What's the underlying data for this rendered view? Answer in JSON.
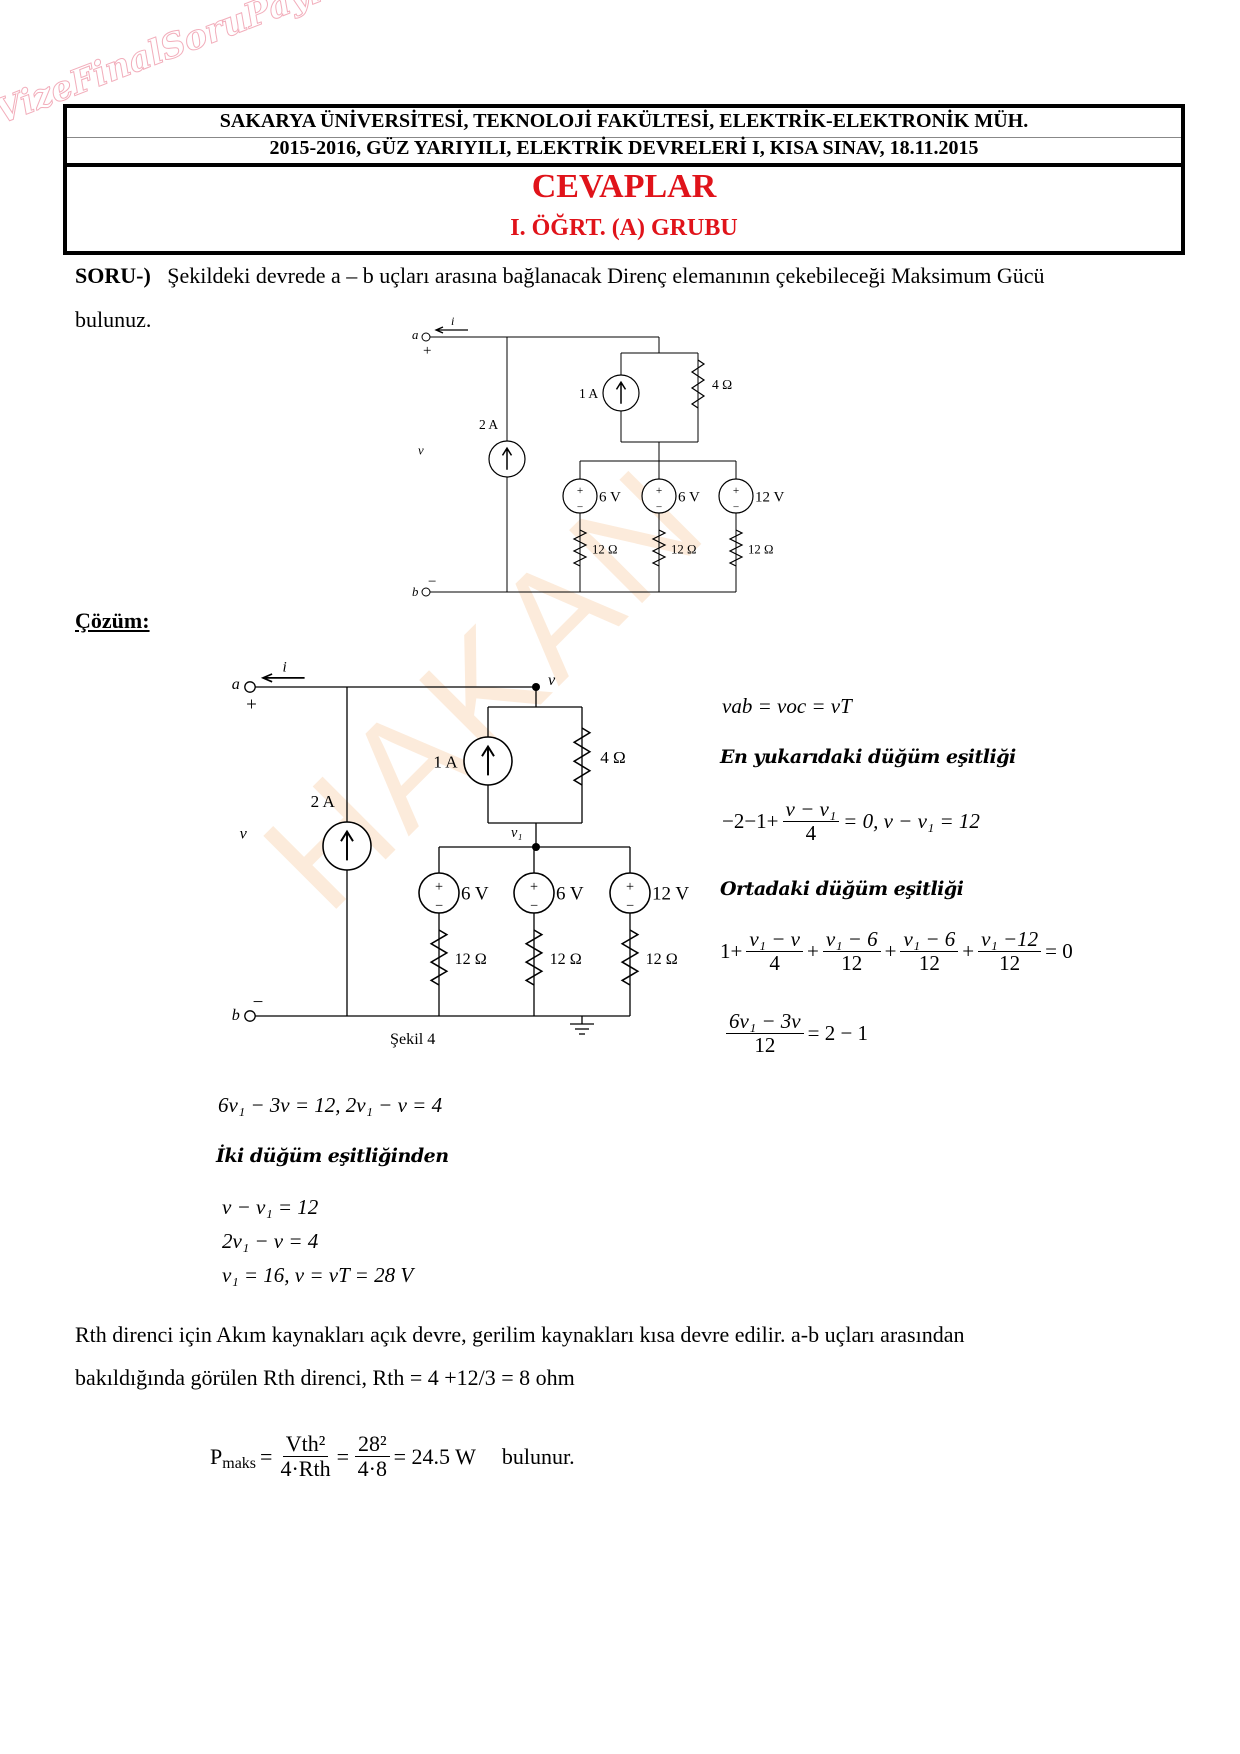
{
  "watermarks": {
    "site": "VizeFinalSoruPaylasimi.com",
    "name": "HAKAN"
  },
  "header": {
    "line1": "SAKARYA ÜNİVERSİTESİ, TEKNOLOJİ FAKÜLTESİ, ELEKTRİK-ELEKTRONİK MÜH.",
    "line2": "2015-2016,  GÜZ YARIYILI,   ELEKTRİK DEVRELERİ I,  KISA SINAV,  18.11.2015",
    "title": "CEVAPLAR",
    "group": "I. ÖĞRT. (A) GRUBU",
    "title_color": "#e0131a"
  },
  "question": {
    "label": "SORU-)",
    "text": "Şekildeki devrede a – b uçları arasına bağlanacak Direnç elemanının çekebileceği Maksimum Gücü",
    "text2": "bulunuz."
  },
  "circuit": {
    "a": "a",
    "b": "b",
    "i": "i",
    "v": "v",
    "plus": "+",
    "minus": "−",
    "v1": "v₁",
    "src_2a": "2 A",
    "src_1a": "1 A",
    "r4": "4 Ω",
    "vs": [
      "6 V",
      "6 V",
      "12 V"
    ],
    "rs": [
      "12 Ω",
      "12 Ω",
      "12 Ω"
    ],
    "caption": "Şekil 4"
  },
  "solution": {
    "heading": "Çözüm:",
    "eq_vab": "vab = voc = vT",
    "h_top": "En yukarıdaki düğüm eşitliği",
    "eq_top_pre": "−2−1+",
    "eq_top_num": "v − v₁",
    "eq_top_den": "4",
    "eq_top_post": "= 0,   v − v₁ = 12",
    "h_mid": "Ortadaki düğüm eşitliği",
    "eq_mid_pre": "1+",
    "eq_mid_fracs": [
      {
        "n": "v₁ − v",
        "d": "4"
      },
      {
        "n": "v₁ − 6",
        "d": "12"
      },
      {
        "n": "v₁ − 6",
        "d": "12"
      },
      {
        "n": "v₁ −12",
        "d": "12"
      }
    ],
    "eq_mid_post": "= 0",
    "eq_red_num": "6v₁ − 3v",
    "eq_red_den": "12",
    "eq_red_post": "= 2 − 1",
    "eq_pair": "6v₁ − 3v = 12,      2v₁ − v = 4",
    "h_both": "İki düğüm eşitliğinden",
    "sys": [
      "v − v₁ = 12",
      "2v₁ − v = 4",
      "v₁ = 16,    v = vT = 28 V"
    ],
    "rth1": "Rth direnci için Akım kaynakları açık devre, gerilim kaynakları kısa devre edilir. a-b uçları arasından",
    "rth2": "bakıldığında görülen Rth direnci,  Rth = 4 +12/3 = 8 ohm",
    "p_label": "P",
    "p_sub": "maks",
    "p_f1n": "Vth²",
    "p_f1d": "4·Rth",
    "p_f2n": "28²",
    "p_f2d": "4·8",
    "p_result": "= 24.5 W",
    "p_suffix": "bulunur."
  }
}
